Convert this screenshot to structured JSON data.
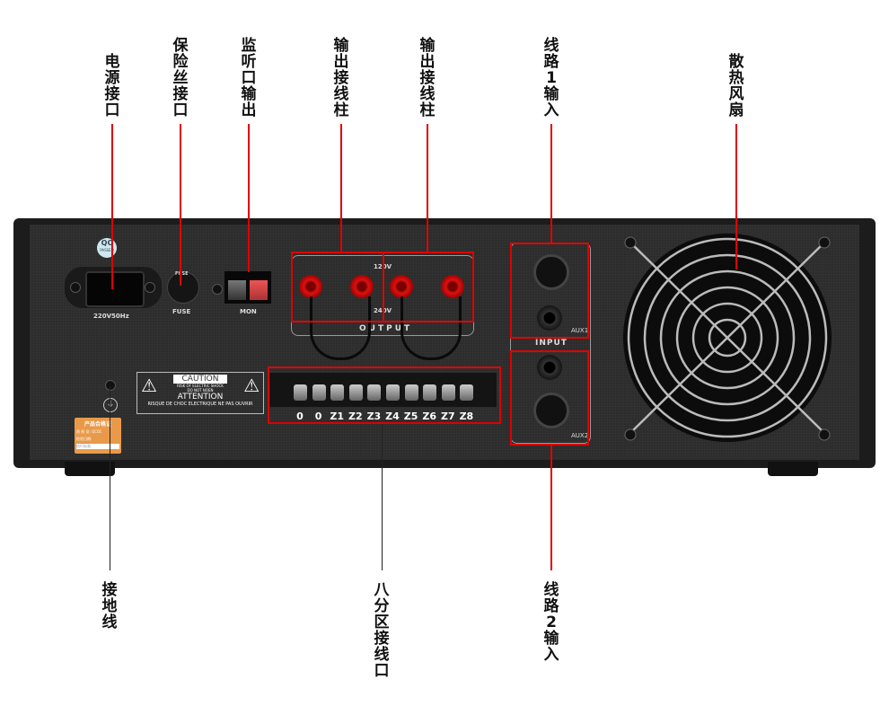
{
  "labels_top": [
    "电源接口",
    "保险丝接口",
    "监听口输出",
    "输出接线柱",
    "输出接线柱",
    "线路1输入",
    "散热风扇"
  ],
  "labels_bottom": [
    "接地线",
    "八分区接线口",
    "线路2输入"
  ],
  "panel": {
    "qc_badge": "QC",
    "qc_sub": "PASSED",
    "power_label": "220V50Hz",
    "fuse_top": "FUSE",
    "fuse_label": "FUSE",
    "mon_label": "MON",
    "v120": "120V",
    "v240": "240V",
    "output_label": "OUTPUT",
    "caution": "CAUTION",
    "caution_sub1": "RISK OF ELECTRIC SHOCK",
    "caution_sub2": "DO NOT NOEN",
    "attention": "ATTENTION",
    "attention_sub": "RISQUE DE CHOC ELECTRIQUE NE PAS OUVRIR",
    "sticker_title": "产品合格证",
    "sticker_line1": "质 检 员: QC01",
    "sticker_line2": "检验日期:",
    "sticker_line3": "执行标准:",
    "terminals": [
      "0",
      "0",
      "Z1",
      "Z2",
      "Z3",
      "Z4",
      "Z5",
      "Z6",
      "Z7",
      "Z8"
    ],
    "input_label": "INPUT",
    "aux1": "AUX1",
    "aux2": "AUX2"
  },
  "colors": {
    "accent": "#e00000",
    "panel": "#2c2c2c",
    "sticker": "#e89a4a"
  }
}
